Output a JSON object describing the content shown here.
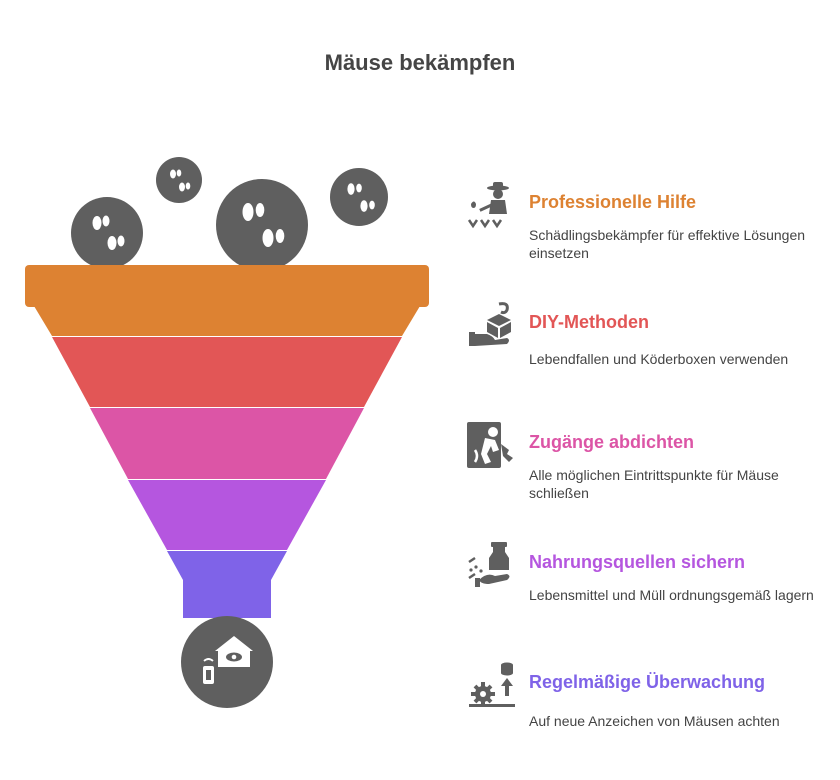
{
  "title": "Mäuse bekämpfen",
  "colors": {
    "orange": "#dd8232",
    "red": "#e25656",
    "pink": "#dc55a6",
    "purple": "#b556df",
    "violet": "#7f63e8",
    "icon_gray": "#5f5f5f"
  },
  "funnel": {
    "top_circles": [
      "mouse-footprints-icon",
      "mouse-footprints-icon",
      "mouse-footprints-icon",
      "mouse-footprints-icon"
    ],
    "bottom_circle_icon": "house-monitoring-icon"
  },
  "items": [
    {
      "title": "Professionelle Hilfe",
      "desc": "Schädlingsbekämpfer für effektive Lösungen einsetzen",
      "icon": "pest-control-worker-icon"
    },
    {
      "title": "DIY-Methoden",
      "desc": "Lebendfallen und Köderboxen verwenden",
      "icon": "hand-bait-box-icon"
    },
    {
      "title": "Zugänge abdichten",
      "desc": "Alle möglichen Eintrittspunkte für Mäuse schließen",
      "icon": "sealing-door-icon"
    },
    {
      "title": "Nahrungsquellen sichern",
      "desc": "Lebensmittel und Müll ordnungsgemäß lagern",
      "icon": "food-storage-icon"
    },
    {
      "title": "Regelmäßige Überwachung",
      "desc": "Auf neue Anzeichen von Mäusen achten",
      "icon": "monitoring-gear-icon"
    }
  ]
}
